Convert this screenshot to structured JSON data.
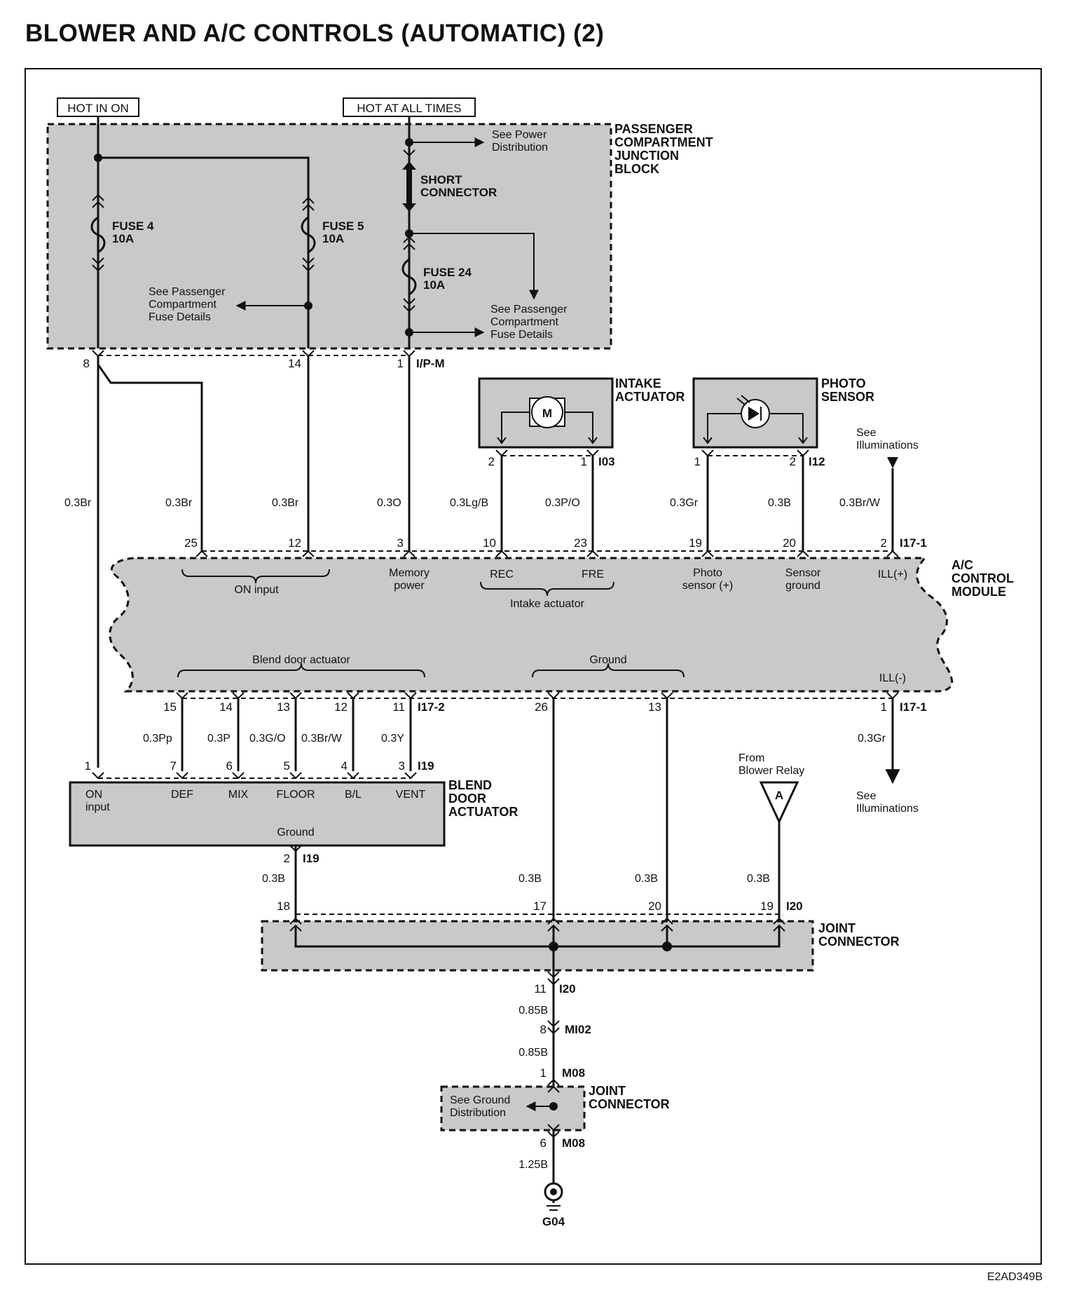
{
  "title": "BLOWER AND A/C CONTROLS (AUTOMATIC) (2)",
  "figure_id": "E2AD349B",
  "power": {
    "hot_in_on": "HOT IN ON",
    "hot_at_all_times": "HOT AT ALL TIMES"
  },
  "junction_block": {
    "name": [
      "PASSENGER",
      "COMPARTMENT",
      "JUNCTION",
      "BLOCK"
    ],
    "fuse4": [
      "FUSE 4",
      "10A"
    ],
    "fuse5": [
      "FUSE 5",
      "10A"
    ],
    "fuse24": [
      "FUSE 24",
      "10A"
    ],
    "short_connector": [
      "SHORT",
      "CONNECTOR"
    ],
    "see_power": [
      "See Power",
      "Distribution"
    ],
    "see_fuse_left": [
      "See Passenger",
      "Compartment",
      "Fuse Details"
    ],
    "see_fuse_right": [
      "See Passenger",
      "Compartment",
      "Fuse Details"
    ],
    "pins": [
      "8",
      "14",
      "1"
    ],
    "connector": "I/P-M"
  },
  "intake_actuator": {
    "name": [
      "INTAKE",
      "ACTUATOR"
    ],
    "motor": "M",
    "pins": [
      "2",
      "1"
    ],
    "connector": "I03"
  },
  "photo_sensor": {
    "name": [
      "PHOTO",
      "SENSOR"
    ],
    "pins": [
      "1",
      "2"
    ],
    "connector": "I12"
  },
  "see_illum_top": [
    "See",
    "Illuminations"
  ],
  "see_illum_bottom": [
    "See",
    "Illuminations"
  ],
  "wires_top": [
    "0.3Br",
    "0.3Br",
    "0.3Br",
    "0.3O",
    "0.3Lg/B",
    "0.3P/O",
    "0.3Gr",
    "0.3B",
    "0.3Br/W"
  ],
  "acm": {
    "name": [
      "A/C",
      "CONTROL",
      "MODULE"
    ],
    "top_pins": [
      "25",
      "12",
      "3",
      "10",
      "23",
      "19",
      "20",
      "2"
    ],
    "top_connector": "I17-1",
    "on_input": "ON input",
    "memory_power": [
      "Memory",
      "power"
    ],
    "rec": "REC",
    "fre": "FRE",
    "intake_actuator": "Intake actuator",
    "photo_sensor": [
      "Photo",
      "sensor (+)"
    ],
    "sensor_ground": [
      "Sensor",
      "ground"
    ],
    "ill_plus": "ILL(+)",
    "blend_door_actuator": "Blend door actuator",
    "ground": "Ground",
    "ill_minus": "ILL(-)",
    "bottom_pins": [
      "15",
      "14",
      "13",
      "12",
      "11",
      "26",
      "13",
      "1"
    ],
    "bottom_connector_left": "I17-2",
    "bottom_connector_right": "I17-1"
  },
  "wires_mid": [
    "0.3Pp",
    "0.3P",
    "0.3G/O",
    "0.3Br/W",
    "0.3Y",
    "0.3Gr"
  ],
  "blend_door": {
    "name": [
      "BLEND",
      "DOOR",
      "ACTUATOR"
    ],
    "pins": [
      "1",
      "7",
      "6",
      "5",
      "4",
      "3"
    ],
    "connector": "I19",
    "labels": [
      "ON",
      "input",
      "DEF",
      "MIX",
      "FLOOR",
      "B/L",
      "VENT"
    ],
    "ground": "Ground",
    "ground_pin": "2",
    "ground_connector": "I19"
  },
  "from_blower": [
    "From",
    "Blower Relay"
  ],
  "from_blower_tag": "A",
  "wires_low": [
    "0.3B",
    "0.3B",
    "0.3B",
    "0.3B"
  ],
  "joint_connector_1": {
    "name": [
      "JOINT",
      "CONNECTOR"
    ],
    "pins": [
      "18",
      "17",
      "20",
      "19"
    ],
    "connector": "I20"
  },
  "ground_chain": {
    "pin1": "11",
    "conn1": "I20",
    "wire1": "0.85B",
    "pin2": "8",
    "conn2": "MI02",
    "wire2": "0.85B",
    "pin3": "1",
    "conn3": "M08",
    "pin4": "6",
    "conn4": "M08",
    "wire3": "1.25B",
    "ground": "G04"
  },
  "joint_connector_2": {
    "name": [
      "JOINT",
      "CONNECTOR"
    ],
    "see_ground": [
      "See Ground",
      "Distribution"
    ]
  }
}
